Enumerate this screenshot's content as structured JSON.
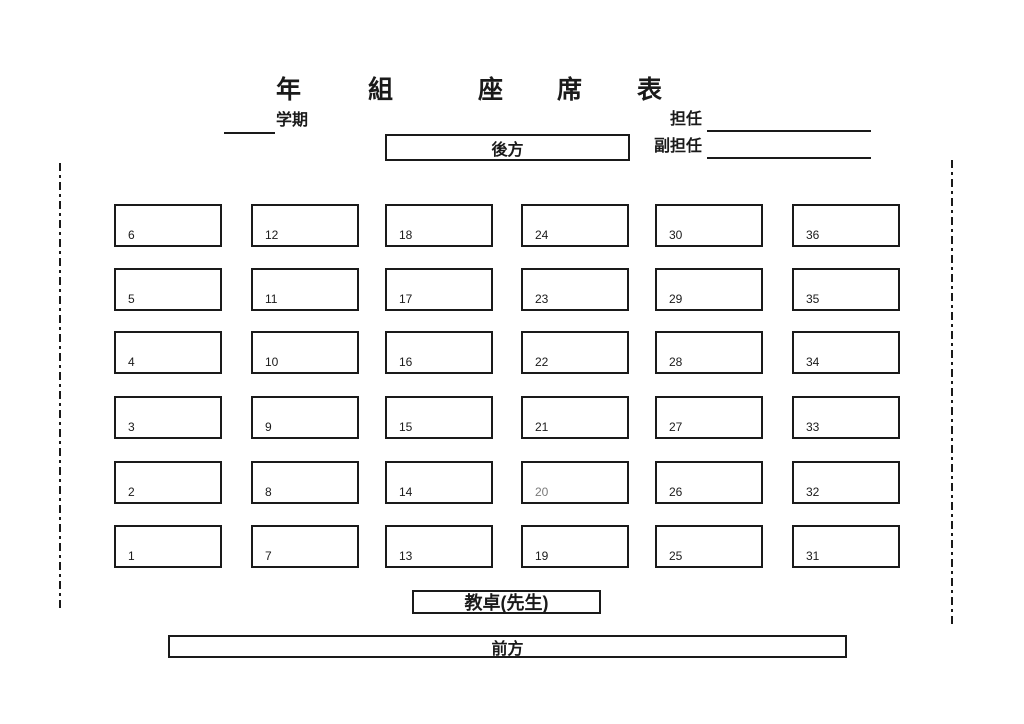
{
  "document": {
    "title_chars": [
      "年",
      "組",
      "座",
      "席",
      "表"
    ],
    "semester_label": "学期",
    "homeroom_teacher_label": "担任",
    "assistant_teacher_label": "副担任",
    "rear_label": "後方",
    "front_label": "前方",
    "teacher_desk_label": "教卓(先生)"
  },
  "seats": {
    "grid": [
      [
        6,
        12,
        18,
        24,
        30,
        36
      ],
      [
        5,
        11,
        17,
        23,
        29,
        35
      ],
      [
        4,
        10,
        16,
        22,
        28,
        34
      ],
      [
        3,
        9,
        15,
        21,
        27,
        33
      ],
      [
        2,
        8,
        14,
        20,
        26,
        32
      ],
      [
        1,
        7,
        13,
        19,
        25,
        31
      ]
    ],
    "muted_seat": 20,
    "muted_color": "#7a7a7a",
    "ink_color": "#1a1a1a"
  }
}
